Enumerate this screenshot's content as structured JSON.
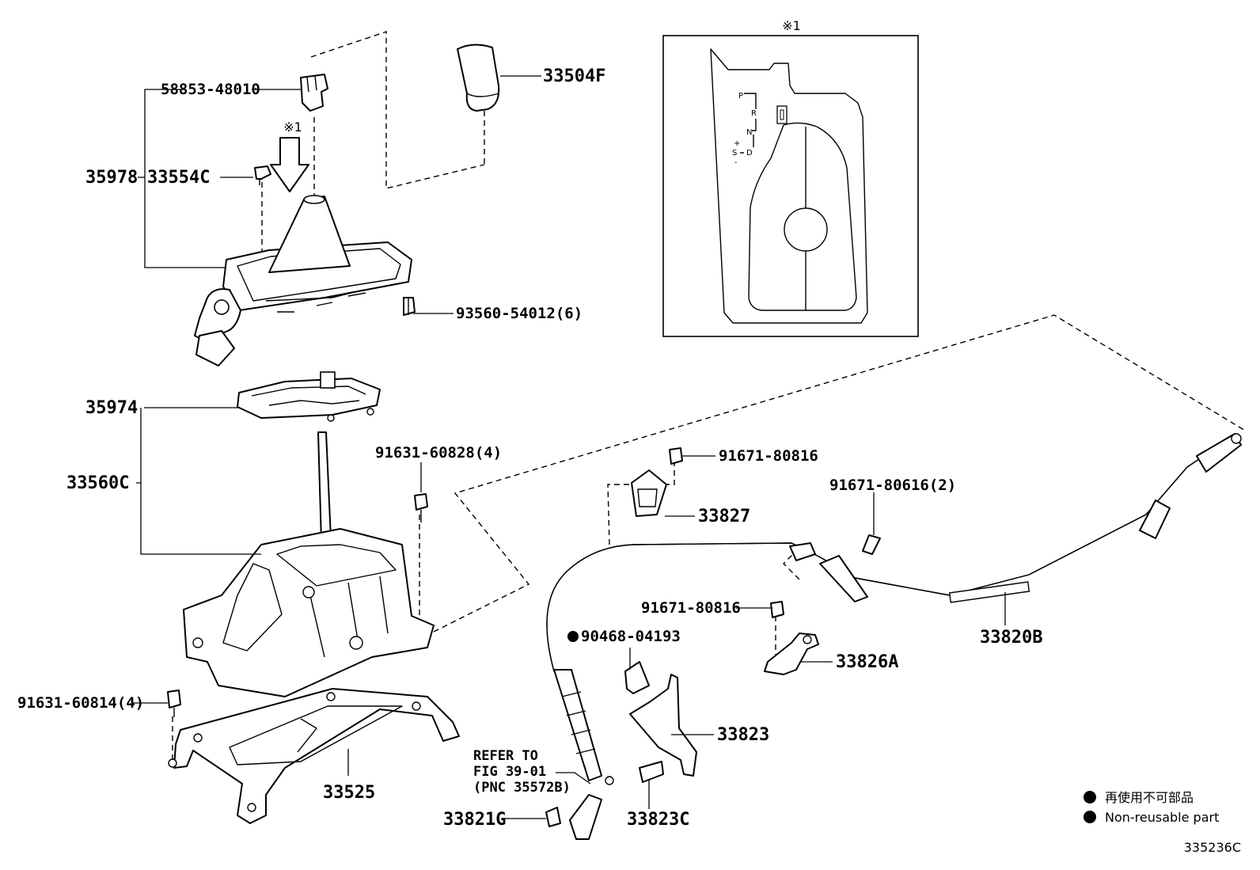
{
  "diagram": {
    "figure_code": "335236C",
    "legend": {
      "japanese": "再使用不可部品",
      "english": "Non-reusable part"
    },
    "inset": {
      "title": "※1",
      "shift_letters": [
        "P",
        "R",
        "N",
        "D",
        "S",
        "+",
        "-"
      ]
    },
    "arrow_note": "※1",
    "reference_note": [
      "REFER TO",
      "FIG 39-01",
      "(PNC 35572B)"
    ],
    "parts": [
      "58853-48010",
      "33504F",
      "35978",
      "33554C",
      "93560-54012(6)",
      "35974",
      "33560C",
      "91631-60828(4)",
      "91631-60814(4)",
      "33525",
      "91671-80816",
      "33827",
      "91671-80616(2)",
      "91671-80816",
      "90468-04193",
      "33826A",
      "33820B",
      "33823",
      "33823C",
      "33821G"
    ]
  }
}
